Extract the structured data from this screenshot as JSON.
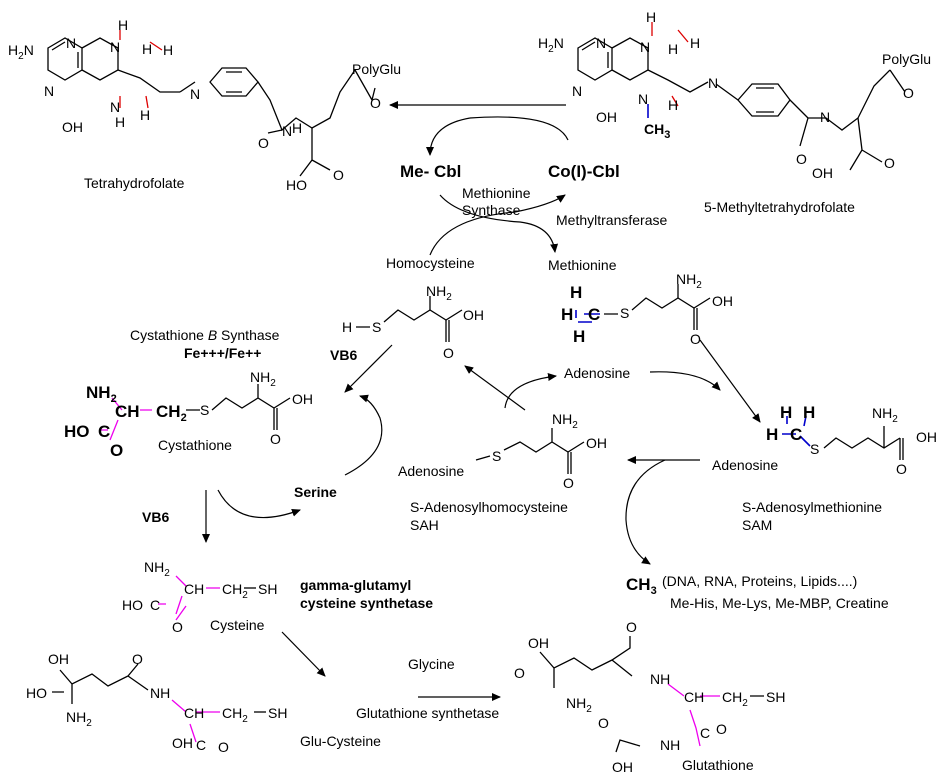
{
  "colors": {
    "black": "#000000",
    "blue": "#0000cc",
    "red": "#dd0000",
    "magenta": "#ee00ee",
    "green": "#33dd33"
  },
  "labels": {
    "thf_name": "Tetrahydrofolate",
    "mthf_name": "5-Methyltetrahydrofolate",
    "polyglu": "PolyGlu",
    "me_cbl_me": "Me-",
    "me_cbl_cbl": "Cbl",
    "co_cbl": "Co(I)-Cbl",
    "methionine_synthase_1": "Methionine",
    "methionine_synthase_2": "Synthase",
    "methyltransferase": "Methyltransferase",
    "homocysteine": "Homocysteine",
    "methionine": "Methionine",
    "cbs_a": "Cystathione ",
    "cbs_b": "B",
    "cbs_c": " Synthase",
    "fe": "Fe+++/Fe++",
    "vb6_1": "VB6",
    "vb6_2": "VB6",
    "cystathione": "Cystathione",
    "serine": "Serine",
    "adenosine_top": "Adenosine",
    "adenosine_sah": "Adenosine",
    "adenosine_sam": "Adenosine",
    "sah_name": "S-Adenosylhomocysteine",
    "sah_abbr": "SAH",
    "sam_name": "S-Adenosylmethionine",
    "sam_abbr": "SAM",
    "ch3_main": "CH",
    "ch3_sub": "3",
    "targets": "(DNA, RNA, Proteins, Lipids....)",
    "methylated": "Me-His, Me-Lys, Me-MBP, Creatine",
    "ggcs_1": "gamma-glutamyl",
    "ggcs_2": "cysteine synthetase",
    "cysteine": "Cysteine",
    "glycine": "Glycine",
    "gs": "Glutathione synthetase",
    "glu_cysteine": "Glu-Cysteine",
    "glutathione": "Glutathione"
  },
  "atoms": {
    "H": "H",
    "N": "N",
    "S": "S",
    "O": "O",
    "OH": "OH",
    "HO": "HO",
    "NH": "NH",
    "NH2": "NH",
    "sub2": "2",
    "sub3": "3",
    "H2N": "H",
    "CH": "CH",
    "CH2": "CH",
    "C": "C",
    "SH": "SH",
    "CH3": "CH",
    "HS": "H",
    "HOC": "HO"
  }
}
